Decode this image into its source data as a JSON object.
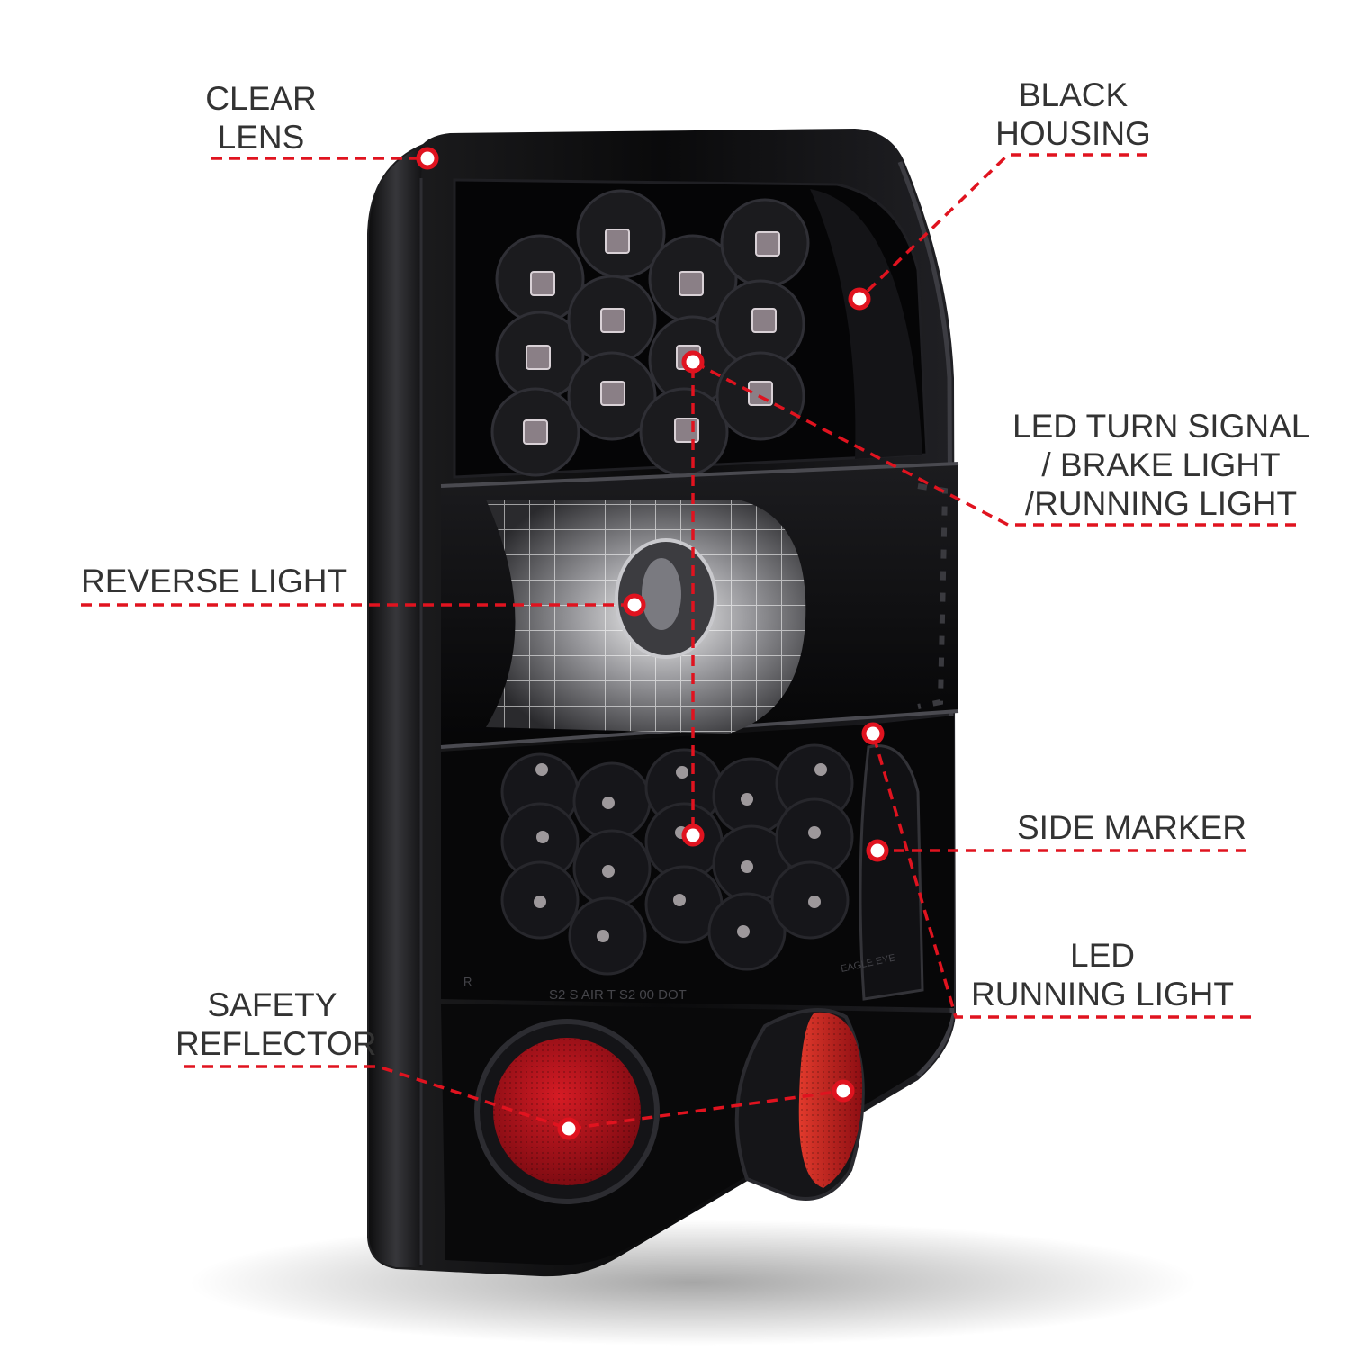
{
  "colors": {
    "accent": "#e0131f",
    "text": "#333333",
    "housing": "#0b0b0c",
    "reflector": "#b5121b",
    "background": "#ffffff"
  },
  "lens_markings": [
    "R",
    "S2  S  AIR  T  S2  00  DOT",
    "EAGLE EYE"
  ],
  "callouts": {
    "clear_lens": [
      "CLEAR",
      "LENS"
    ],
    "black_housing": [
      "BLACK",
      "HOUSING"
    ],
    "led_turn_signal": [
      "LED TURN SIGNAL",
      "/ BRAKE LIGHT",
      "/RUNNING LIGHT"
    ],
    "reverse_light": [
      "REVERSE LIGHT"
    ],
    "side_marker": [
      "SIDE MARKER"
    ],
    "led_running_light": [
      "LED",
      "RUNNING LIGHT"
    ],
    "safety_reflector": [
      "SAFETY",
      "REFLECTOR"
    ]
  }
}
